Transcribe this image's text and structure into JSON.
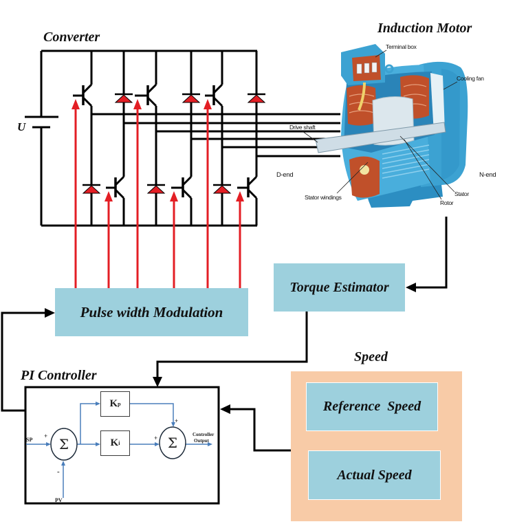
{
  "titles": {
    "converter": "Converter",
    "induction_motor": "Induction Motor",
    "pi_controller": "PI Controller",
    "speed": "Speed"
  },
  "converter": {
    "dc_source_label": "U"
  },
  "motor_labels": {
    "terminal_box": "Terminal box",
    "cooling_fan": "Cooling fan",
    "drive_shaft": "Drive shaft",
    "d_end": "D-end",
    "n_end": "N-end",
    "stator_windings": "Stator windings",
    "stator": "Stator",
    "rotor": "Rotor"
  },
  "blocks": {
    "pwm": "Pulse width Modulation",
    "torque_estimator": "Torque Estimator",
    "reference_speed": "Reference  Speed",
    "actual_speed": "Actual Speed"
  },
  "pi_controller": {
    "setpoint_label": "SP",
    "process_variable_label": "PV",
    "sp_sign": "+",
    "pv_sign": "-",
    "kp_sign": "+",
    "ki_sign": "+",
    "summer_symbol": "Σ",
    "kp": {
      "symbol": "K",
      "subscript": "p"
    },
    "ki": {
      "symbol": "K",
      "subscript": "i"
    },
    "output_label_line1": "Controller",
    "output_label_line2": "Output"
  },
  "colors": {
    "block_fill": "#9DD0DD",
    "speed_panel": "#F8CBA7",
    "gate_signal": "#E31E24",
    "pi_signal_lines": "#4A7EBB",
    "motor_body": "#49AEDC",
    "motor_winding": "#C0502A"
  }
}
